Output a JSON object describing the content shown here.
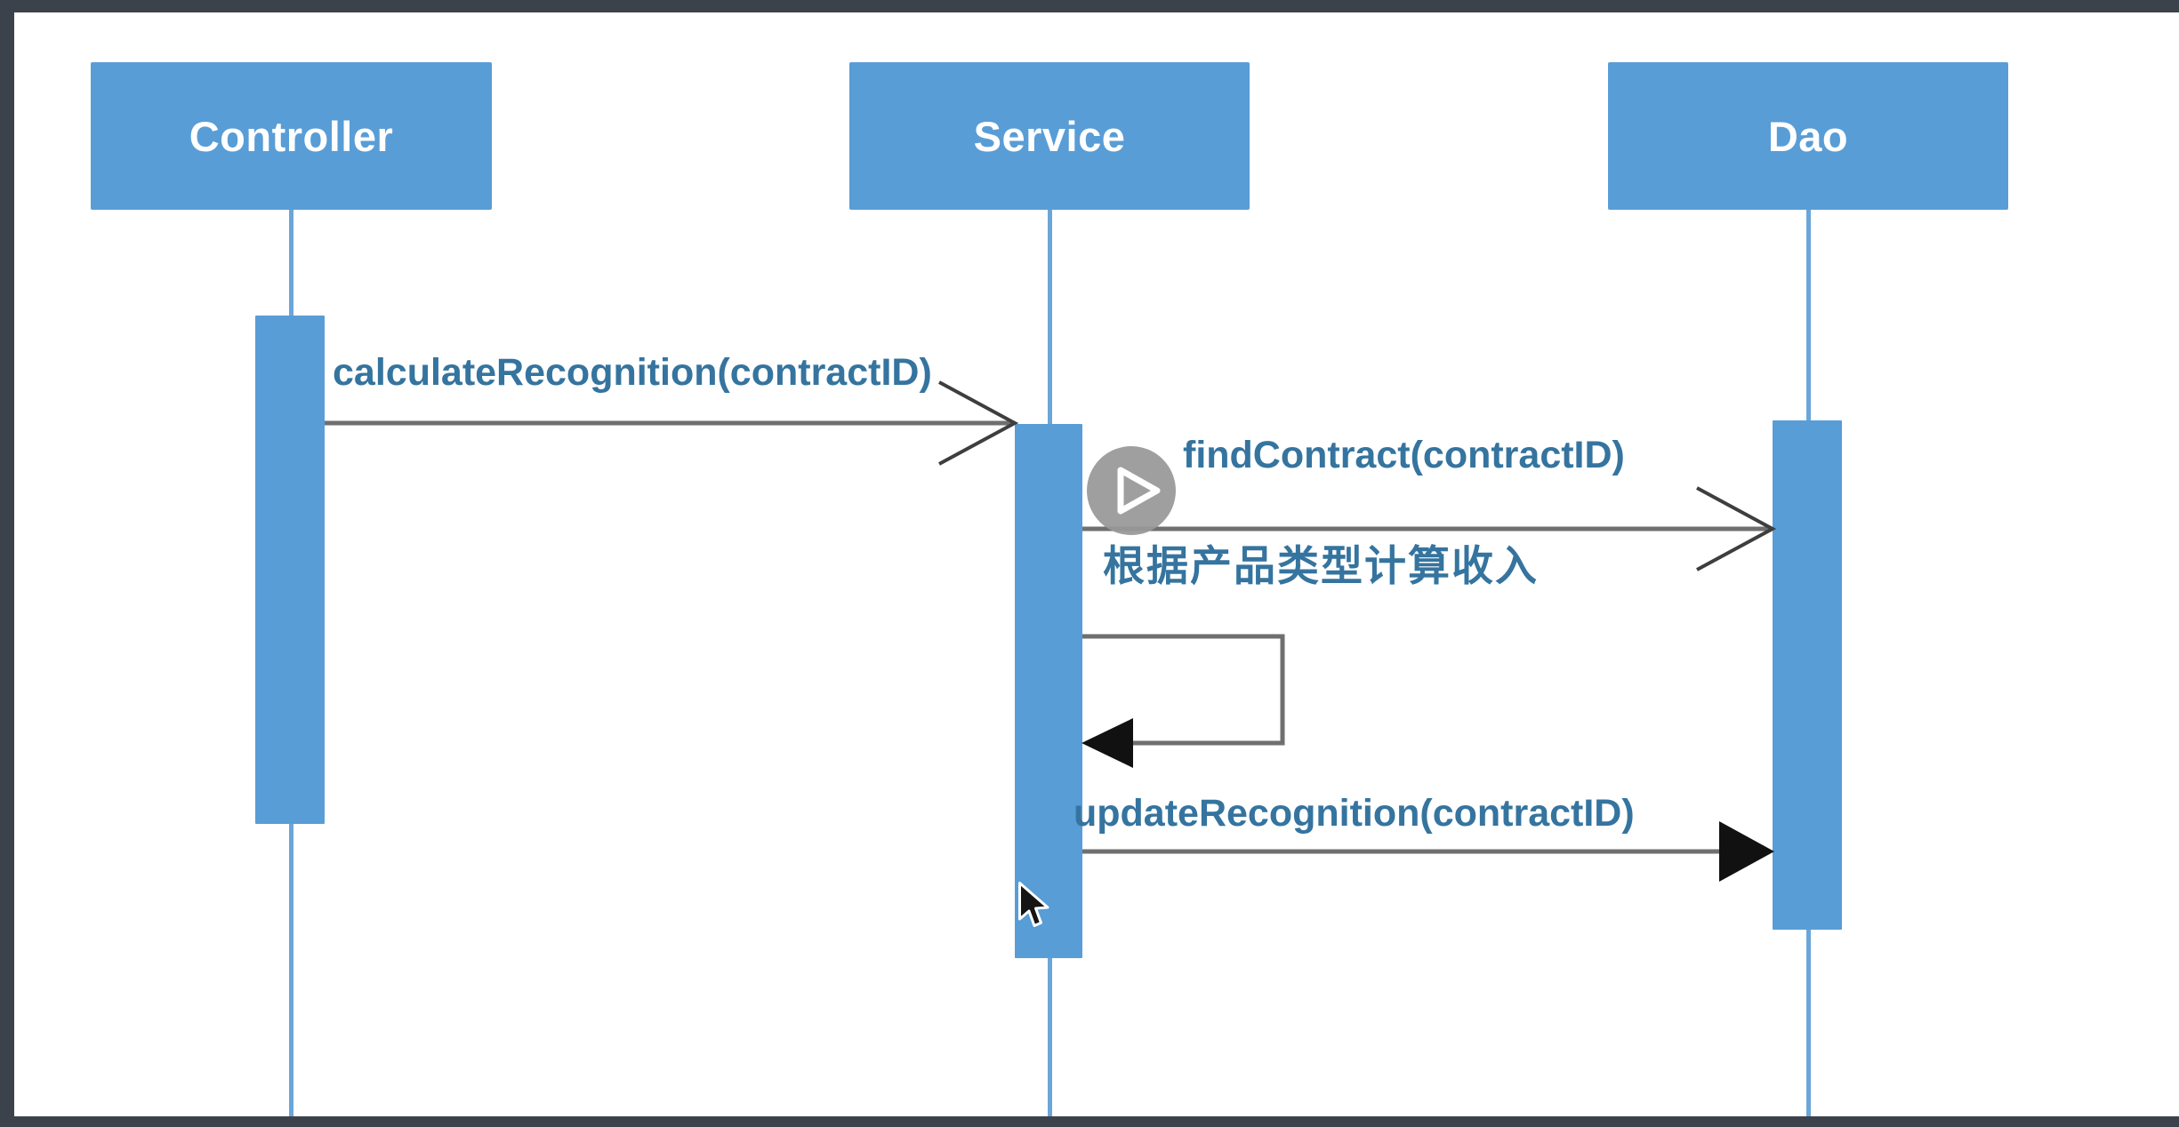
{
  "diagram": {
    "type": "uml-sequence",
    "lifelines": [
      {
        "id": "controller",
        "label": "Controller"
      },
      {
        "id": "service",
        "label": "Service"
      },
      {
        "id": "dao",
        "label": "Dao"
      }
    ],
    "messages": [
      {
        "label": "calculateRecognition(contractID)",
        "from": "controller",
        "to": "service",
        "arrowhead": "open",
        "self_message": false
      },
      {
        "label": "findContract(contractID)",
        "from": "service",
        "to": "dao",
        "arrowhead": "open",
        "self_message": false
      },
      {
        "label": "根据产品类型计算收入",
        "from": "service",
        "to": "service",
        "arrowhead": "filled",
        "self_message": true
      },
      {
        "label": "updateRecognition(contractID)",
        "from": "service",
        "to": "dao",
        "arrowhead": "filled",
        "self_message": false
      }
    ]
  },
  "icons": {
    "play": "play-icon",
    "cursor": "cursor-arrow-icon"
  },
  "colors": {
    "actor_fill": "#599dd6",
    "lifeline": "#6ba6d9",
    "message_line": "#6f6f6f",
    "arrowhead_open_stroke": "#3e3e3e",
    "arrowhead_filled": "#111111",
    "label_text": "#35749f",
    "frame": "#3c424c",
    "canvas": "#ffffff",
    "play_button_bg": "#989898"
  }
}
